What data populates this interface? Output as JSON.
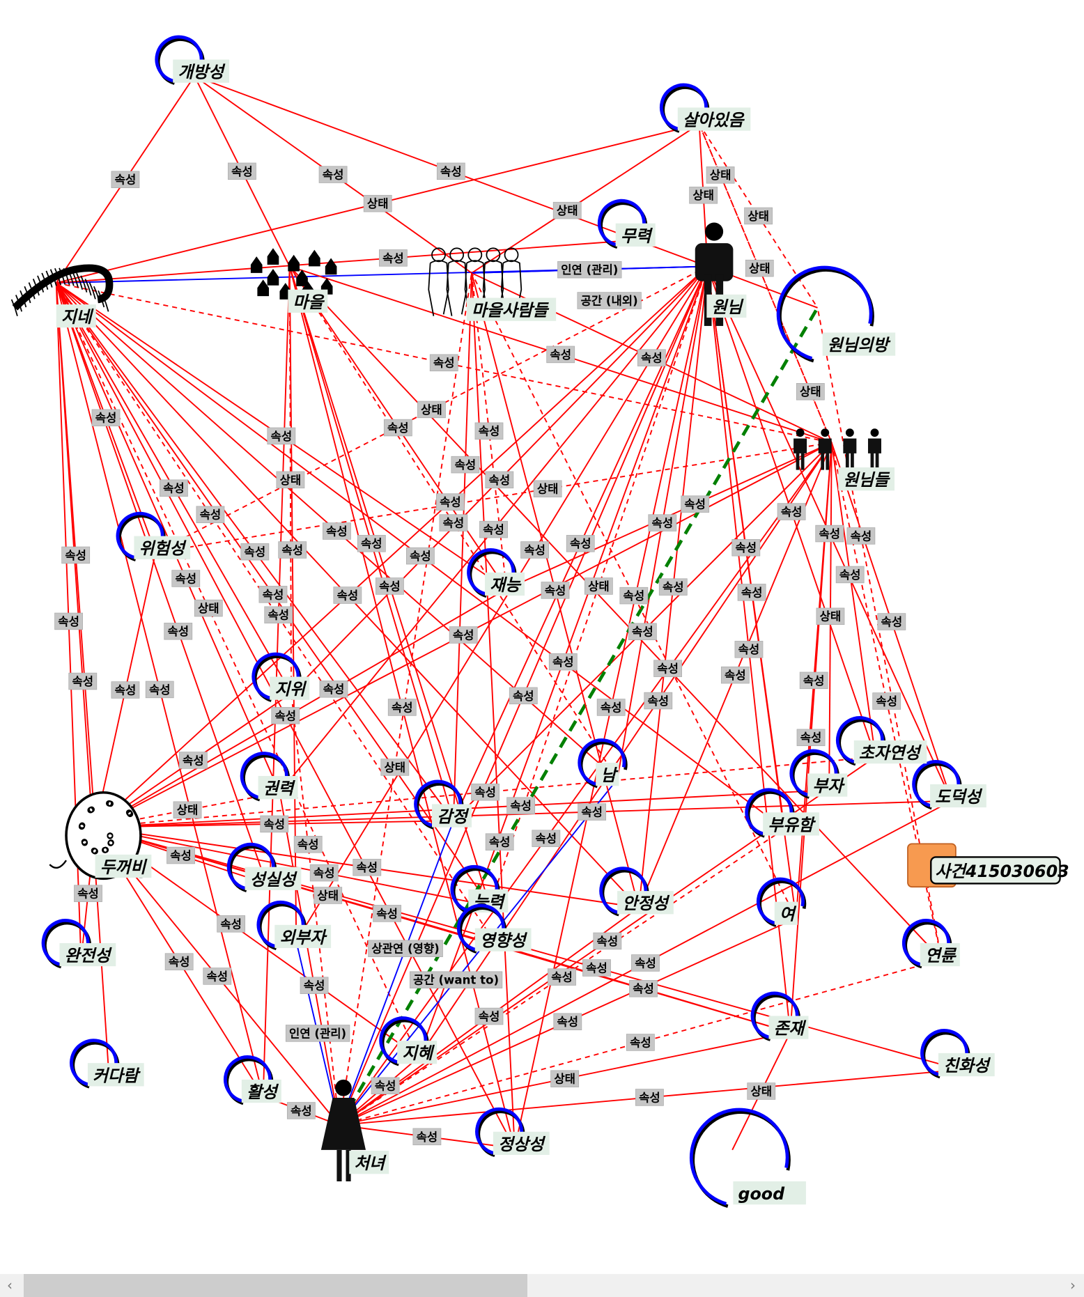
{
  "colors": {
    "attribute_edge": "#ff0000",
    "relation_edge": "#0000ff",
    "highlight_edge": "#008000",
    "node_ring": "#0000ff",
    "event_box": "#f79a50"
  },
  "nodes": [
    {
      "id": "gaebang",
      "label": "개방성",
      "kind": "concept"
    },
    {
      "id": "sara",
      "label": "살아있음",
      "kind": "concept"
    },
    {
      "id": "muryeok",
      "label": "무력",
      "kind": "concept"
    },
    {
      "id": "wonnim",
      "label": "원님",
      "kind": "person-man"
    },
    {
      "id": "wonbang",
      "label": "원님의방",
      "kind": "concept-big"
    },
    {
      "id": "wonnimdeul",
      "label": "원님들",
      "kind": "people"
    },
    {
      "id": "jine",
      "label": "지네",
      "kind": "centipede"
    },
    {
      "id": "maeul",
      "label": "마을",
      "kind": "village"
    },
    {
      "id": "maeulsaram",
      "label": "마을사람들",
      "kind": "villagers"
    },
    {
      "id": "wiheom",
      "label": "위험성",
      "kind": "concept"
    },
    {
      "id": "jaeneung",
      "label": "재능",
      "kind": "concept"
    },
    {
      "id": "jiwi",
      "label": "지위",
      "kind": "concept"
    },
    {
      "id": "gwonryeok",
      "label": "권력",
      "kind": "concept"
    },
    {
      "id": "dukkeobi",
      "label": "두꺼비",
      "kind": "toad"
    },
    {
      "id": "seongsil",
      "label": "성실성",
      "kind": "concept"
    },
    {
      "id": "wanjeon",
      "label": "완전성",
      "kind": "concept"
    },
    {
      "id": "keodaram",
      "label": "커다람",
      "kind": "concept"
    },
    {
      "id": "hwalseong",
      "label": "활성",
      "kind": "concept"
    },
    {
      "id": "cheonyeo",
      "label": "처녀",
      "kind": "person-woman"
    },
    {
      "id": "jeongsang",
      "label": "정상성",
      "kind": "concept"
    },
    {
      "id": "jihye",
      "label": "지혜",
      "kind": "concept"
    },
    {
      "id": "oebuja",
      "label": "외부자",
      "kind": "concept"
    },
    {
      "id": "neungryeok",
      "label": "능력",
      "kind": "concept"
    },
    {
      "id": "yeonghyang",
      "label": "영향성",
      "kind": "concept"
    },
    {
      "id": "gamjeong",
      "label": "감정",
      "kind": "concept"
    },
    {
      "id": "anjeong",
      "label": "안정성",
      "kind": "concept"
    },
    {
      "id": "nam",
      "label": "남",
      "kind": "concept"
    },
    {
      "id": "yeo",
      "label": "여",
      "kind": "concept"
    },
    {
      "id": "jonjae",
      "label": "존재",
      "kind": "concept"
    },
    {
      "id": "yeonryun",
      "label": "연륜",
      "kind": "concept"
    },
    {
      "id": "chinhwa",
      "label": "친화성",
      "kind": "concept"
    },
    {
      "id": "dodeok",
      "label": "도덕성",
      "kind": "concept"
    },
    {
      "id": "choja",
      "label": "초자연성",
      "kind": "concept"
    },
    {
      "id": "buyu",
      "label": "부유함",
      "kind": "concept"
    },
    {
      "id": "buja",
      "label": "부자",
      "kind": "concept"
    },
    {
      "id": "good",
      "label": "good",
      "kind": "concept-big"
    },
    {
      "id": "event",
      "label": "사건415030603",
      "kind": "event"
    }
  ],
  "edges": [
    {
      "from": "jine",
      "to": "gaebang",
      "label": "속성",
      "style": "solid"
    },
    {
      "from": "jine",
      "to": "sara",
      "label": "상태",
      "style": "solid"
    },
    {
      "from": "jine",
      "to": "wonnim",
      "label": "",
      "style": "blue"
    },
    {
      "from": "jine",
      "to": "muryeok",
      "label": "속성",
      "style": "solid"
    },
    {
      "from": "jine",
      "to": "wiheom",
      "label": "속성",
      "style": "solid"
    },
    {
      "from": "jine",
      "to": "jiwi",
      "label": "속성",
      "style": "solid"
    },
    {
      "from": "jine",
      "to": "gwonryeok",
      "label": "속성",
      "style": "solid"
    },
    {
      "from": "jine",
      "to": "dukkeobi",
      "label": "속성",
      "style": "solid"
    },
    {
      "from": "jine",
      "to": "wanjeon",
      "label": "속성",
      "style": "solid"
    },
    {
      "from": "jine",
      "to": "seongsil",
      "label": "속성",
      "style": "solid"
    },
    {
      "from": "jine",
      "to": "gamjeong",
      "label": "속성",
      "style": "solid"
    },
    {
      "from": "jine",
      "to": "neungryeok",
      "label": "속성",
      "style": "solid"
    },
    {
      "from": "jine",
      "to": "nam",
      "label": "속성",
      "style": "solid"
    },
    {
      "from": "jine",
      "to": "anjeong",
      "label": "속성",
      "style": "solid"
    },
    {
      "from": "jine",
      "to": "buyu",
      "label": "속성",
      "style": "solid"
    },
    {
      "from": "jine",
      "to": "wonnimdeul",
      "label": "속성",
      "style": "dashed"
    },
    {
      "from": "jine",
      "to": "jaeneung",
      "label": "속성",
      "style": "solid"
    },
    {
      "from": "jine",
      "to": "jeongsang",
      "label": "속성",
      "style": "solid"
    },
    {
      "from": "jine",
      "to": "jihye",
      "label": "상태",
      "style": "dashed"
    },
    {
      "from": "jine",
      "to": "hwalseong",
      "label": "속성",
      "style": "solid"
    },
    {
      "from": "jine",
      "to": "yeonghyang",
      "label": "속성",
      "style": "dashed"
    },
    {
      "from": "jine",
      "to": "keodaram",
      "label": "속성",
      "style": "solid"
    },
    {
      "from": "maeul",
      "to": "gaebang",
      "label": "속성",
      "style": "solid"
    },
    {
      "from": "maeul",
      "to": "wonnimdeul",
      "label": "속성",
      "style": "solid"
    },
    {
      "from": "maeul",
      "to": "jaeneung",
      "label": "속성",
      "style": "solid"
    },
    {
      "from": "maeul",
      "to": "jiwi",
      "label": "상태",
      "style": "dashed"
    },
    {
      "from": "maeul",
      "to": "gamjeong",
      "label": "속성",
      "style": "solid"
    },
    {
      "from": "maeul",
      "to": "neungryeok",
      "label": "속성",
      "style": "solid"
    },
    {
      "from": "maeul",
      "to": "jeongsang",
      "label": "속성",
      "style": "solid"
    },
    {
      "from": "maeul",
      "to": "hwalseong",
      "label": "속성",
      "style": "solid"
    },
    {
      "from": "maeul",
      "to": "nam",
      "label": "속성",
      "style": "dashed"
    },
    {
      "from": "maeul",
      "to": "oebuja",
      "label": "속성",
      "style": "solid"
    },
    {
      "from": "wonnim",
      "to": "sara",
      "label": "상태",
      "style": "solid"
    },
    {
      "from": "wonnim",
      "to": "gaebang",
      "label": "속성",
      "style": "solid"
    },
    {
      "from": "wonnim",
      "to": "wonbang",
      "label": "상태",
      "style": "solid"
    },
    {
      "from": "wonnim",
      "to": "maeulsaram",
      "label": "인연 (관리)",
      "style": "blue"
    },
    {
      "from": "wonnim",
      "to": "dukkeobi",
      "label": "속성",
      "style": "solid"
    },
    {
      "from": "wonnim",
      "to": "cheonyeo",
      "label": "속성",
      "style": "solid"
    },
    {
      "from": "wonnim",
      "to": "jeongsang",
      "label": "속성",
      "style": "solid"
    },
    {
      "from": "wonnim",
      "to": "jihye",
      "label": "속성",
      "style": "solid"
    },
    {
      "from": "wonnim",
      "to": "yeo",
      "label": "속성",
      "style": "solid"
    },
    {
      "from": "wonnim",
      "to": "jonjae",
      "label": "속성",
      "style": "solid"
    },
    {
      "from": "wonnim",
      "to": "anjeong",
      "label": "속성",
      "style": "solid"
    },
    {
      "from": "wonnim",
      "to": "nam",
      "label": "속성",
      "style": "solid"
    },
    {
      "from": "wonnim",
      "to": "buyu",
      "label": "속성",
      "style": "solid"
    },
    {
      "from": "wonnim",
      "to": "choja",
      "label": "속성",
      "style": "solid"
    },
    {
      "from": "wonnim",
      "to": "dodeok",
      "label": "속성",
      "style": "solid"
    },
    {
      "from": "wonnim",
      "to": "gamjeong",
      "label": "속성",
      "style": "solid"
    },
    {
      "from": "wonnim",
      "to": "oebuja",
      "label": "속성",
      "style": "solid"
    },
    {
      "from": "wonnim",
      "to": "wiheom",
      "label": "상태",
      "style": "dashed"
    },
    {
      "from": "wonnim",
      "to": "jiwi",
      "label": "속성",
      "style": "solid"
    },
    {
      "from": "wonnim",
      "to": "gwonryeok",
      "label": "속성",
      "style": "solid"
    },
    {
      "from": "wonnim",
      "to": "neungryeok",
      "label": "상태",
      "style": "dashed"
    },
    {
      "from": "wonnimdeul",
      "to": "dukkeobi",
      "label": "속성",
      "style": "solid"
    },
    {
      "from": "wonnimdeul",
      "to": "cheonyeo",
      "label": "속성",
      "style": "solid"
    },
    {
      "from": "wonnimdeul",
      "to": "yeo",
      "label": "속성",
      "style": "solid"
    },
    {
      "from": "wonnimdeul",
      "to": "jonjae",
      "label": "속성",
      "style": "solid"
    },
    {
      "from": "wonnimdeul",
      "to": "buja",
      "label": "상태",
      "style": "solid"
    },
    {
      "from": "wonnimdeul",
      "to": "choja",
      "label": "속성",
      "style": "solid"
    },
    {
      "from": "wonnimdeul",
      "to": "dodeok",
      "label": "속성",
      "style": "solid"
    },
    {
      "from": "wonnimdeul",
      "to": "yeonryun",
      "label": "속성",
      "style": "dashed"
    },
    {
      "from": "wonnimdeul",
      "to": "wiheom",
      "label": "상태",
      "style": "dashed"
    },
    {
      "from": "wonnimdeul",
      "to": "gamjeong",
      "label": "속성",
      "style": "solid"
    },
    {
      "from": "wonnimdeul",
      "to": "jaeneung",
      "label": "속성",
      "style": "solid"
    },
    {
      "from": "wonnimdeul",
      "to": "anjeong",
      "label": "속성",
      "style": "solid"
    },
    {
      "from": "wonnimdeul",
      "to": "jihye",
      "label": "속성",
      "style": "solid"
    },
    {
      "from": "wonnimdeul",
      "to": "sara",
      "label": "상태",
      "style": "dashed"
    },
    {
      "from": "dukkeobi",
      "to": "wiheom",
      "label": "속성",
      "style": "solid"
    },
    {
      "from": "dukkeobi",
      "to": "gwonryeok",
      "label": "상태",
      "style": "dashed"
    },
    {
      "from": "dukkeobi",
      "to": "seongsil",
      "label": "속성",
      "style": "solid"
    },
    {
      "from": "dukkeobi",
      "to": "wanjeon",
      "label": "속성",
      "style": "solid"
    },
    {
      "from": "dukkeobi",
      "to": "gamjeong",
      "label": "속성",
      "style": "solid"
    },
    {
      "from": "dukkeobi",
      "to": "buja",
      "label": "속성",
      "style": "solid"
    },
    {
      "from": "dukkeobi",
      "to": "dodeok",
      "label": "속성",
      "style": "solid"
    },
    {
      "from": "dukkeobi",
      "to": "anjeong",
      "label": "속성",
      "style": "solid"
    },
    {
      "from": "dukkeobi",
      "to": "yeonghyang",
      "label": "상태",
      "style": "solid"
    },
    {
      "from": "dukkeobi",
      "to": "jonjae",
      "label": "속성",
      "style": "solid"
    },
    {
      "from": "dukkeobi",
      "to": "cheonyeo",
      "label": "속성",
      "style": "solid"
    },
    {
      "from": "dukkeobi",
      "to": "jihye",
      "label": "속성",
      "style": "solid"
    },
    {
      "from": "dukkeobi",
      "to": "jiwi",
      "label": "속성",
      "style": "solid"
    },
    {
      "from": "dukkeobi",
      "to": "hwalseong",
      "label": "속성",
      "style": "solid"
    },
    {
      "from": "dukkeobi",
      "to": "neungryeok",
      "label": "속성",
      "style": "solid"
    },
    {
      "from": "dukkeobi",
      "to": "choja",
      "label": "속성",
      "style": "dashed"
    },
    {
      "from": "dukkeobi",
      "to": "jaeneung",
      "label": "속성",
      "style": "solid"
    },
    {
      "from": "cheonyeo",
      "to": "wonbang",
      "label": "",
      "style": "green"
    },
    {
      "from": "cheonyeo",
      "to": "maeulsaram",
      "label": "상태",
      "style": "dashed"
    },
    {
      "from": "cheonyeo",
      "to": "jihye",
      "label": "속성",
      "style": "solid"
    },
    {
      "from": "cheonyeo",
      "to": "jeongsang",
      "label": "속성",
      "style": "solid"
    },
    {
      "from": "cheonyeo",
      "to": "jonjae",
      "label": "상태",
      "style": "solid"
    },
    {
      "from": "cheonyeo",
      "to": "chinhwa",
      "label": "속성",
      "style": "solid"
    },
    {
      "from": "cheonyeo",
      "to": "yeo",
      "label": "속성",
      "style": "solid"
    },
    {
      "from": "cheonyeo",
      "to": "anjeong",
      "label": "속성",
      "style": "solid"
    },
    {
      "from": "cheonyeo",
      "to": "nam",
      "label": "공간 (want to)",
      "style": "blue"
    },
    {
      "from": "cheonyeo",
      "to": "buyu",
      "label": "속성",
      "style": "dashed"
    },
    {
      "from": "cheonyeo",
      "to": "yeonryun",
      "label": "속성",
      "style": "dashed"
    },
    {
      "from": "cheonyeo",
      "to": "oebuja",
      "label": "인연 (관리)",
      "style": "blue"
    },
    {
      "from": "cheonyeo",
      "to": "gwonryeok",
      "label": "속성",
      "style": "solid"
    },
    {
      "from": "cheonyeo",
      "to": "hwalseong",
      "label": "속성",
      "style": "solid"
    },
    {
      "from": "cheonyeo",
      "to": "dodeok",
      "label": "속성",
      "style": "solid"
    },
    {
      "from": "cheonyeo",
      "to": "choja",
      "label": "속성",
      "style": "solid"
    },
    {
      "from": "cheonyeo",
      "to": "jiwi",
      "label": "속성",
      "style": "dashed"
    },
    {
      "from": "cheonyeo",
      "to": "gamjeong",
      "label": "상관연 (영향)",
      "style": "blue"
    },
    {
      "from": "maeulsaram",
      "to": "sara",
      "label": "상태",
      "style": "solid"
    },
    {
      "from": "maeulsaram",
      "to": "gaebang",
      "label": "속성",
      "style": "solid"
    },
    {
      "from": "maeulsaram",
      "to": "jeongsang",
      "label": "속성",
      "style": "solid"
    },
    {
      "from": "maeulsaram",
      "to": "jaeneung",
      "label": "속성",
      "style": "dashed"
    },
    {
      "from": "maeulsaram",
      "to": "anjeong",
      "label": "속성",
      "style": "solid"
    },
    {
      "from": "maeulsaram",
      "to": "wonnimdeul",
      "label": "속성",
      "style": "solid"
    },
    {
      "from": "maeulsaram",
      "to": "gamjeong",
      "label": "속성",
      "style": "solid"
    },
    {
      "from": "maeulsaram",
      "to": "wonnim",
      "label": "공간 (내외)",
      "style": "blue"
    },
    {
      "from": "jonjae",
      "to": "good",
      "label": "상태",
      "style": "solid"
    },
    {
      "from": "jonjae",
      "to": "yeonghyang",
      "label": "속성",
      "style": "solid"
    },
    {
      "from": "chinhwa",
      "to": "dukkeobi",
      "label": "속성",
      "style": "solid"
    },
    {
      "from": "yeonryun",
      "to": "wonbang",
      "label": "속성",
      "style": "dashed"
    },
    {
      "from": "yeonryun",
      "to": "maeul",
      "label": "속성",
      "style": "solid"
    },
    {
      "from": "yeo",
      "to": "maeulsaram",
      "label": "속성",
      "style": "dashed"
    },
    {
      "from": "sara",
      "to": "wonbang",
      "label": "상태",
      "style": "dashed"
    },
    {
      "from": "sara",
      "to": "wonnimdeul",
      "label": "상태",
      "style": "dashed"
    }
  ],
  "scrollbar": {
    "left_arrow": "‹",
    "right_arrow": "›",
    "position": 0.0,
    "visible_fraction": 0.47
  }
}
